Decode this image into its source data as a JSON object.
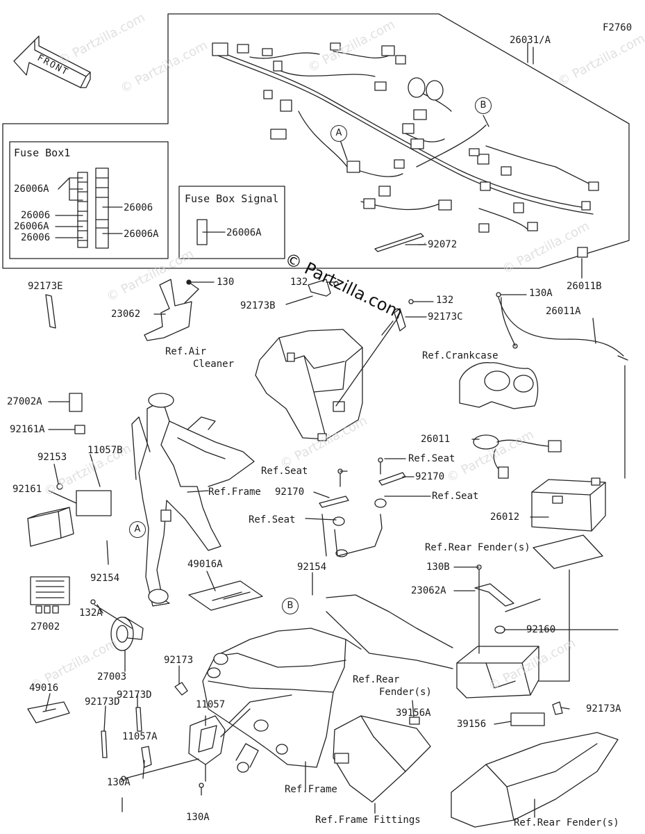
{
  "figure_code": "F2760",
  "watermark": "© Partzilla.com",
  "watermark_small": "© Partzilla.com",
  "front_arrow": "FRONT",
  "fuse_box_1": {
    "title": "Fuse Box1",
    "left_labels": [
      "26006A",
      "26006",
      "26006A",
      "26006"
    ],
    "right_labels": [
      "26006",
      "26006A"
    ]
  },
  "fuse_box_signal": {
    "title": "Fuse Box Signal",
    "label": "26006A"
  },
  "circle_markers": [
    "A",
    "B",
    "A",
    "B"
  ],
  "parts": {
    "p26031A": "26031/A",
    "p92072": "92072",
    "p26011B": "26011B",
    "p92173E": "92173E",
    "p130": "130",
    "p23062": "23062",
    "p132a": "132",
    "p92173B": "92173B",
    "p132b": "132",
    "p92173C": "92173C",
    "p130A_top": "130A",
    "p26011A": "26011A",
    "p27002A": "27002A",
    "p92161A": "92161A",
    "p11057B": "11057B",
    "p92153": "92153",
    "p92161": "92161",
    "p26011": "26011",
    "p92170a": "92170",
    "p92170b": "92170",
    "p26012": "26012",
    "p92154a": "92154",
    "p27002": "27002",
    "p49016A": "49016A",
    "p92154b": "92154",
    "p130B": "130B",
    "p23062A": "23062A",
    "p92160": "92160",
    "p132A": "132A",
    "p27003": "27003",
    "p92173": "92173",
    "p49016": "49016",
    "p92173D_a": "92173D",
    "p92173D_b": "92173D",
    "p11057": "11057",
    "p39156A": "39156A",
    "p39156": "39156",
    "p92173A": "92173A",
    "p11057A": "11057A",
    "p130A_bl": "130A",
    "p130A_bm": "130A"
  },
  "references": {
    "air_cleaner_1": "Ref.Air",
    "air_cleaner_2": "Cleaner",
    "crankcase": "Ref.Crankcase",
    "frame_1": "Ref.Frame",
    "seat_1": "Ref.Seat",
    "seat_2": "Ref.Seat",
    "seat_3": "Ref.Seat",
    "seat_4": "Ref.Seat",
    "rear_fender_1": "Ref.Rear Fender(s)",
    "rear_fender_2a": "Ref.Rear",
    "rear_fender_2b": "Fender(s)",
    "frame_2": "Ref.Frame",
    "frame_fittings": "Ref.Frame Fittings",
    "rear_fender_3": "Ref.Rear Fender(s)"
  }
}
